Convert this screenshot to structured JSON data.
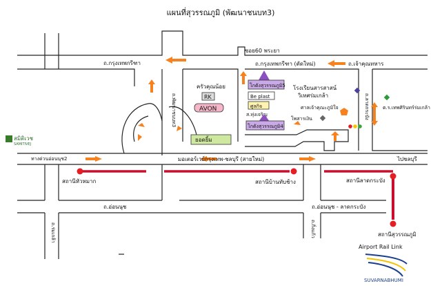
{
  "title": "แผนที่สุวรรณภูมิ (พัฒนาชนบท3)",
  "roads": {
    "soi60": "ซอย60 พระยา",
    "krungthep_kritha_top": "ถ.กรุงเทพกรีฑา",
    "krungthep_kritha_new": "ถ.กรุงเทพกรีฑา (ตัดใหม่)",
    "chao_khun_thahan": "ถ.เจ้าคุณทหาร",
    "phatthana_chonnabot3": "ถ.พัฒนาชนบท3",
    "ladkrabang_right": "ถ.ลาดกระบัง",
    "to_on_nut2": "ทางด่วนอ่อนนุช2",
    "motorway": "มอเตอร์เวย์กรุงเทพ-ชลบุรี (สายใหม่)",
    "to_chonburi": "ไปชลบุรี",
    "on_nut": "ถ.อ่อนนุช",
    "on_nut_ladkrabang": "ถ.อ่อนนุช - ลาดกระบัง",
    "romklao": "ถ.ร่มเกล้า",
    "kingkaew": "ถ.กิ่งแก้ว"
  },
  "stations": {
    "hua_mak": "สถานีหัวหมาก",
    "ban_thap_chang": "สถานีบ้านทับช้าง",
    "lat_krabang": "สถานีลาดกระบัง",
    "suvarnabhumi": "สถานีสุวรรณภูมิ"
  },
  "places": {
    "kruakhun_noi": "ครัวคุณน้อย",
    "rk": "RK",
    "avon": "AVON",
    "yod_yim": "ยอดยิ้ม",
    "suwannaphum_main": "โกดังสุวรรณภูมิ5",
    "be_plast": "Be plast",
    "kuk_kuk": "ศูลกิจ",
    "siam_chemi": "ส.ทุ่งเจริญ",
    "suwannaphum4": "โกดังสุวรรณภูมิ4",
    "school_line1": "โรงเรียนสารสาสน์",
    "school_line2": "วิเทศร่มเกล้า",
    "shrine": "ศาลเจ้าคุณะภูมิใจ",
    "pyramid": "โพสารเงิน",
    "market": "ต.ร.เทพศิรินทร์ร่มเกล้า",
    "samitivej": "สมิติเวช",
    "samitivej_en": "SAMITIVEJ"
  },
  "airport_link": {
    "label": "Airport Rail Link",
    "logo_text": "SUVARNABHUMI"
  },
  "colors": {
    "rail": "#c8102e",
    "arrow": "#f5821f",
    "warehouse": "#c9a9e6",
    "highlight": "#cfe8a0"
  }
}
